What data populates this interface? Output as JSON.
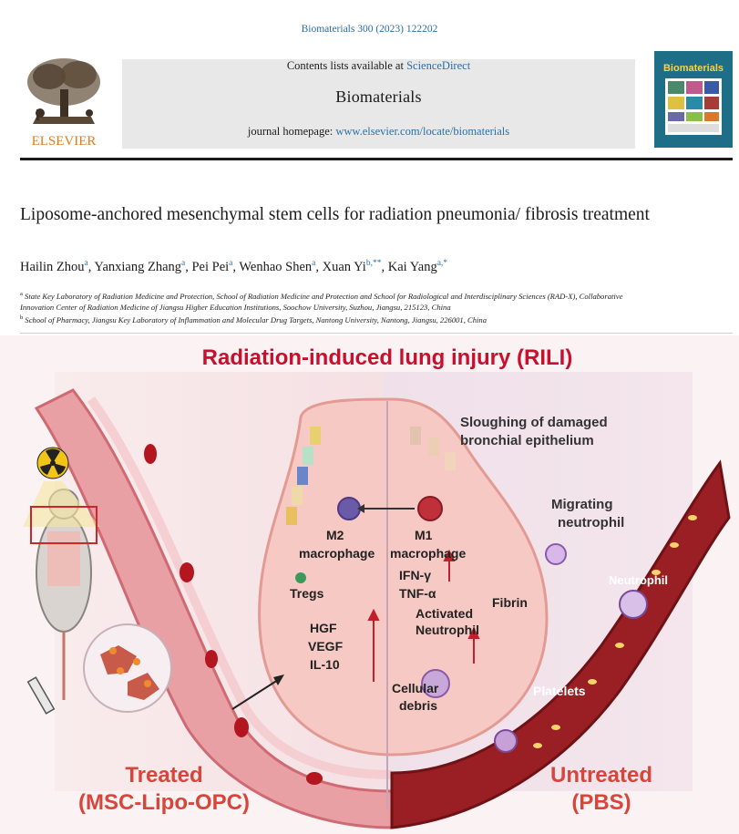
{
  "header": {
    "citation": "Biomaterials 300 (2023) 122202",
    "contents_prefix": "Contents lists available at ",
    "contents_link": "ScienceDirect",
    "journal_name": "Biomaterials",
    "homepage_prefix": "journal homepage: ",
    "homepage_url": "www.elsevier.com/locate/biomaterials",
    "publisher_name": "ELSEVIER",
    "cover_title": "Biomaterials"
  },
  "article": {
    "title": "Liposome-anchored mesenchymal stem cells for radiation pneumonia/ fibrosis treatment",
    "authors": [
      {
        "name": "Hailin Zhou",
        "sup": "a"
      },
      {
        "name": "Yanxiang Zhang",
        "sup": "a"
      },
      {
        "name": "Pei Pei",
        "sup": "a"
      },
      {
        "name": "Wenhao Shen",
        "sup": "a"
      },
      {
        "name": "Xuan Yi",
        "sup": "b,**"
      },
      {
        "name": "Kai Yang",
        "sup": "a,*"
      }
    ],
    "affiliations": [
      {
        "label": "a",
        "text": "State Key Laboratory of Radiation Medicine and Protection, School of Radiation Medicine and Protection and School for Radiological and Interdisciplinary Sciences (RAD-X), Collaborative Innovation Center of Radiation Medicine of Jiangsu Higher Education Institutions, Soochow University, Suzhou, Jiangsu, 215123, China"
      },
      {
        "label": "b",
        "text": "School of Pharmacy, Jiangsu Key Laboratory of Inflammation and Molecular Drug Targets, Nantong University, Nantong, Jiangsu, 226001, China"
      }
    ]
  },
  "figure": {
    "title": "Radiation-induced lung injury (RILI)",
    "labels": {
      "sloughing_1": "Sloughing of damaged",
      "sloughing_2": "bronchial epithelium",
      "migrating_1": "Migrating",
      "migrating_2": "neutrophil",
      "neutrophil": "Neutrophil",
      "m2_1": "M2",
      "m2_2": "macrophage",
      "m1_1": "M1",
      "m1_2": "macrophage",
      "tregs": "Tregs",
      "ifn": "IFN-γ",
      "tnf": "TNF-α",
      "activated_1": "Activated",
      "activated_2": "Neutrophil",
      "fibrin": "Fibrin",
      "hgf": "HGF",
      "vegf": "VEGF",
      "il10": "IL-10",
      "cellular_1": "Cellular",
      "cellular_2": "debris",
      "platelets": "Platelets",
      "treated_1": "Treated",
      "treated_2": "(MSC-Lipo-OPC)",
      "untreated_1": "Untreated",
      "untreated_2": "(PBS)"
    },
    "colors": {
      "title_red": "#c8102e",
      "treated_red": "#d8453a",
      "link_blue": "#2a6fa8"
    }
  }
}
